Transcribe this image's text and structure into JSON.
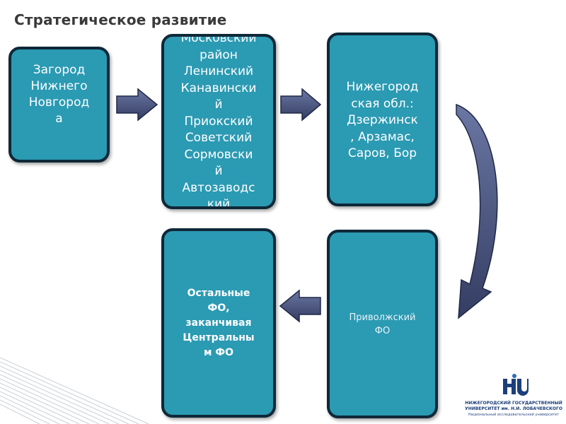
{
  "title": "Стратегическое развитие",
  "boxes": {
    "zagorod": "Загород\nНижнего\nНовгород\nа",
    "districts": "Московский\nрайон\nЛенинский\nКанавински\nй\nПриокский\nСоветский\nСормовски\nй\nАвтозаводс\nкий",
    "region": "Нижегород\nская обл.:\nДзержинск\n, Арзамас,\nСаров, Бор",
    "other_fo": "Остальные\nФО,\nзаканчивая\nЦентральны\nм ФО",
    "privolzh": "Приволжский\nФО"
  },
  "logo": {
    "line1": "НИЖЕГОРОДСКИЙ ГОСУДАРСТВЕННЫЙ",
    "line2": "УНИВЕРСИТЕТ им. Н.И. ЛОБАЧЕВСКОГО",
    "line3": "Национальный исследовательский университет"
  },
  "colors": {
    "box_fill": "#2b9ab3",
    "box_border": "#0e2838",
    "arrow_fill": "#4a5680",
    "title_text": "#3a3a3a"
  },
  "icons": [
    "right-arrow-icon",
    "left-arrow-icon",
    "curved-arrow-icon",
    "university-logo-icon"
  ]
}
